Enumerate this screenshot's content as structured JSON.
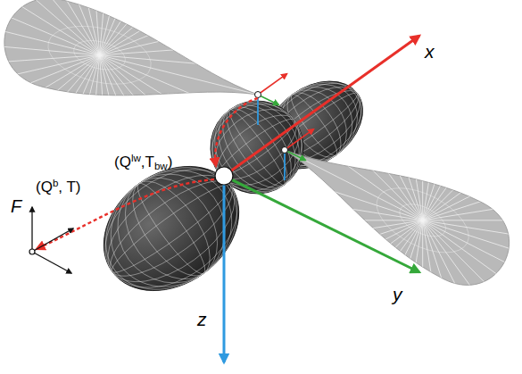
{
  "diagram": {
    "labels": [
      "x",
      "y",
      "z",
      "F",
      "(Q",
      "lw",
      ",T",
      "bw",
      ")",
      "(Q",
      "b",
      ", T)"
    ]
  }
}
